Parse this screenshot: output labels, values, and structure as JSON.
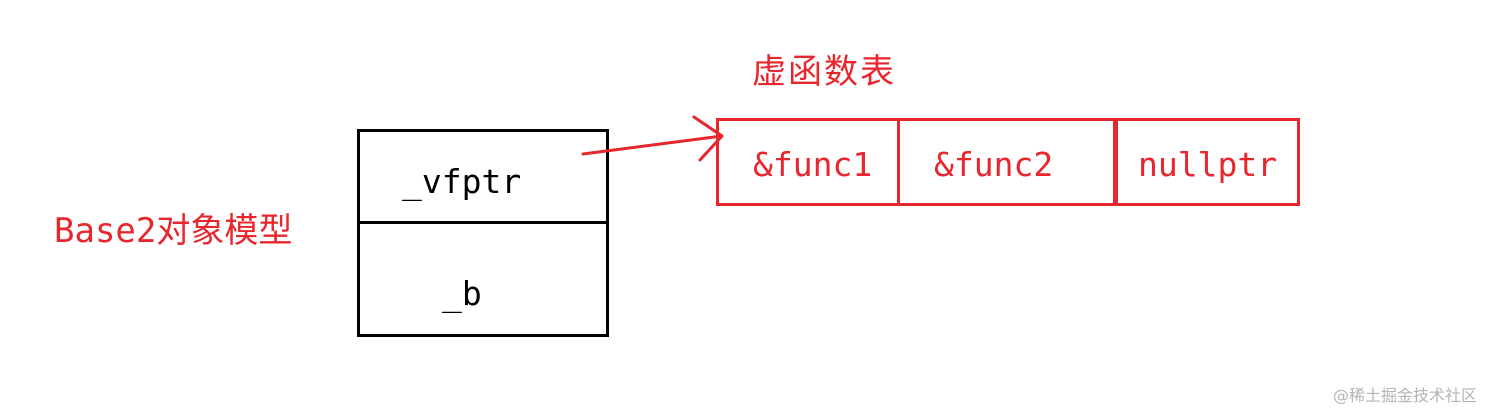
{
  "diagram": {
    "model_label": "Base2对象模型",
    "vtable_title": "虚函数表",
    "object_fields": [
      "_vfptr",
      "_b"
    ],
    "vtable_entries": [
      "&func1",
      "&func2",
      "nullptr"
    ],
    "watermark": "@稀土掘金技术社区",
    "colors": {
      "accent": "#e8262d",
      "outline": "#000000",
      "watermark": "#b4b4b4"
    }
  }
}
